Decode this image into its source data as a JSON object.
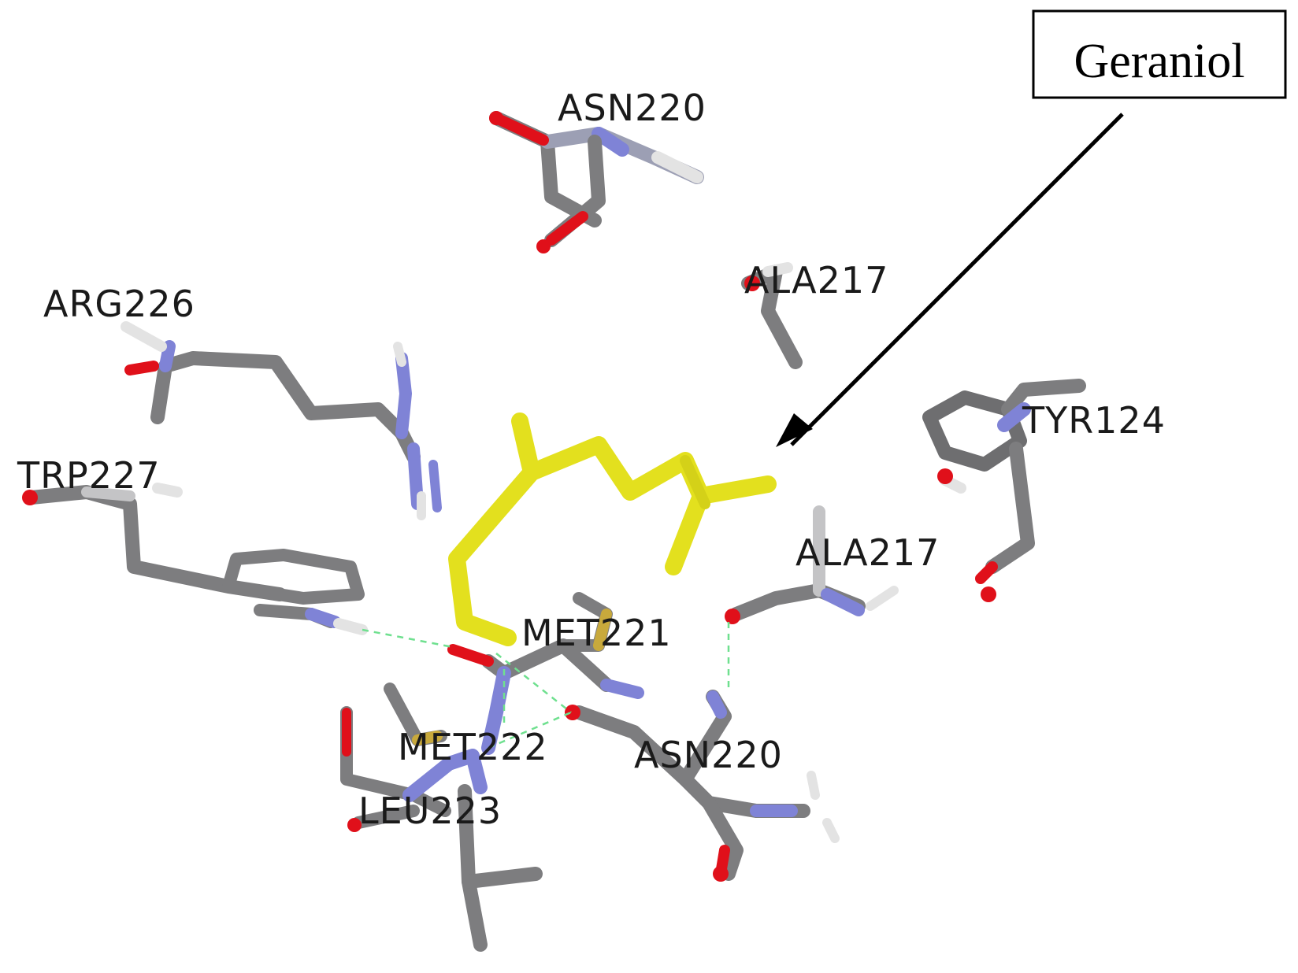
{
  "callout": {
    "text": "Geraniol"
  },
  "residue_labels": {
    "asn220_top": "ASN220",
    "ala217_top": "ALA217",
    "arg226": "ARG226",
    "trp227": "TRP227",
    "tyr124": "TYR124",
    "ala217_mid": "ALA217",
    "met221": "MET221",
    "met222": "MET222",
    "asn220_bottom": "ASN220",
    "leu223": "LEU223"
  },
  "colors": {
    "carbon": "#7d7d7f",
    "carbon_highlight": "#c4c4c6",
    "nitrogen": "#7f83d6",
    "oxygen": "#e0101a",
    "hydrogen": "#e3e3e3",
    "sulfur": "#c8a93c",
    "ligand": "#e3e01e",
    "hbond": "#6fe08f",
    "label": "#1a1a1a"
  }
}
